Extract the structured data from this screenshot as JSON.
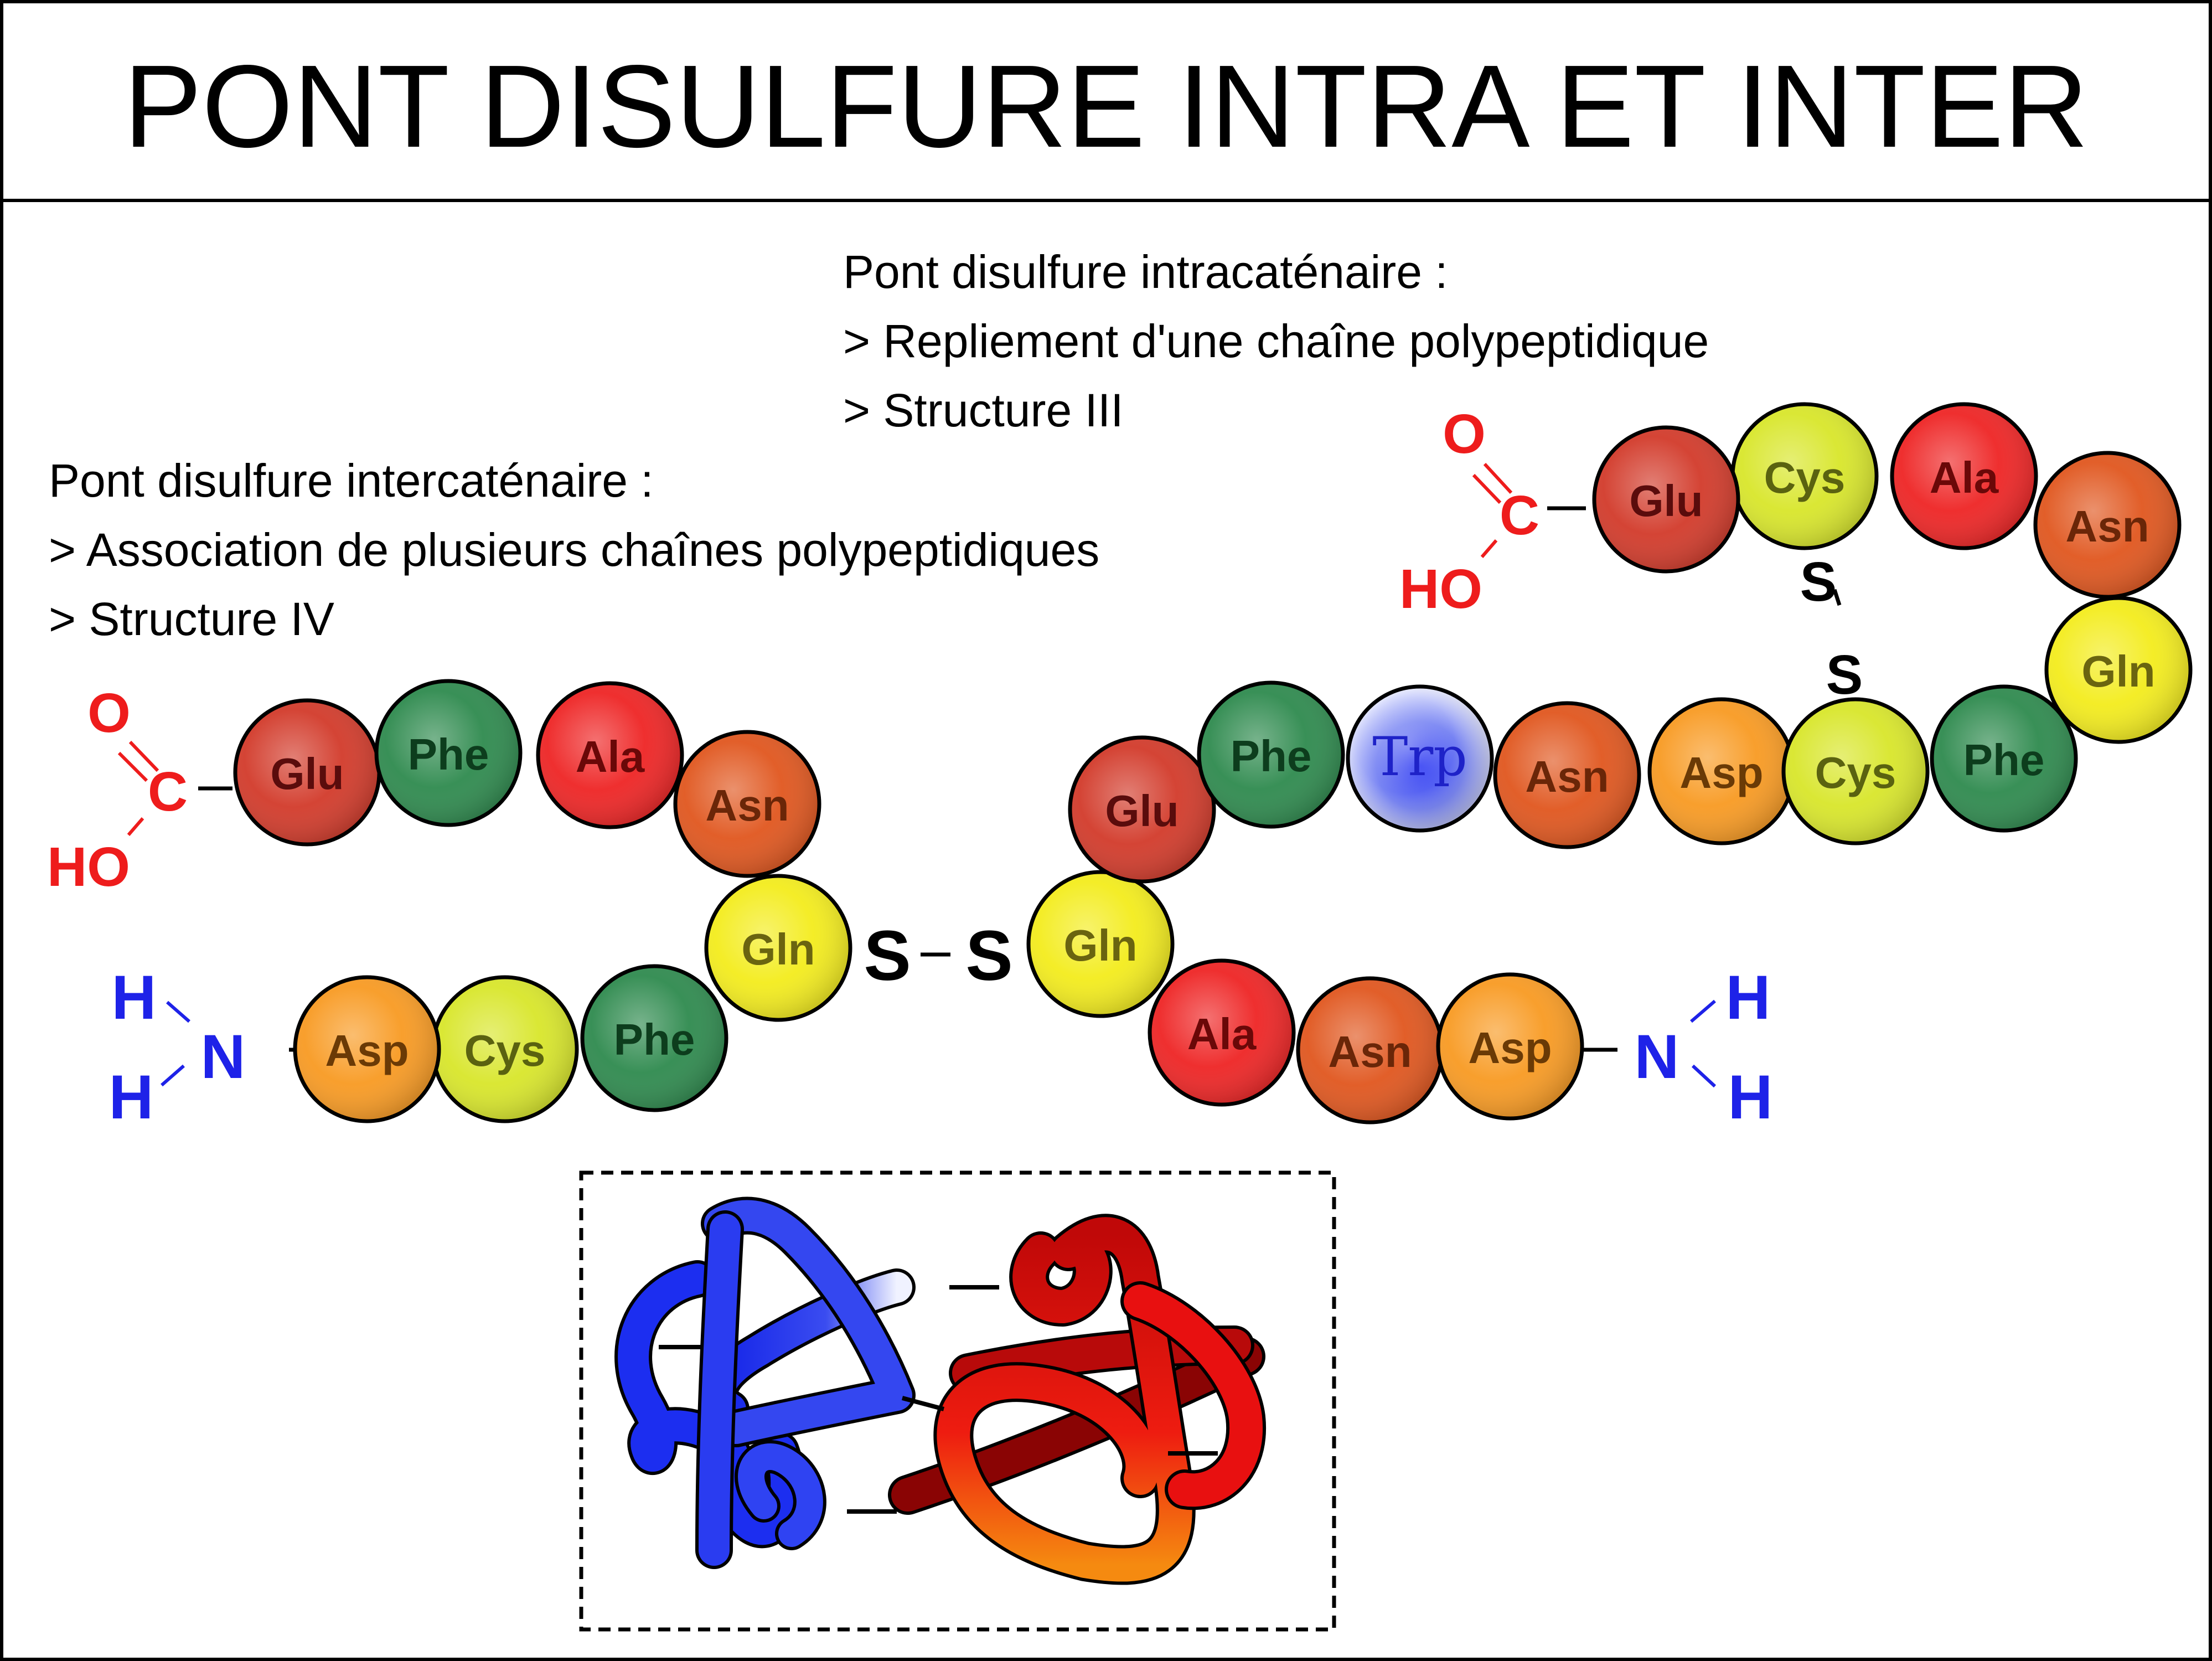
{
  "title": "PONT DISULFURE INTRA ET INTER",
  "intra_caption": {
    "heading": "Pont disulfure intracaténaire :",
    "line1": "> Repliement d'une chaîne polypeptidique",
    "line2": "> Structure III"
  },
  "inter_caption": {
    "heading": "Pont disulfure intercaténaire :",
    "line1": "> Association de plusieurs chaînes polypeptidiques",
    "line2": "> Structure IV"
  },
  "left_chain": {
    "top_row": [
      "Glu",
      "Phe",
      "Ala",
      "Asn"
    ],
    "turn": [
      "Gln"
    ],
    "bottom_row": [
      "Phe",
      "Cys",
      "Asp"
    ]
  },
  "right_chain": {
    "bottom_row": [
      "Gln",
      "Ala",
      "Asn",
      "Asp"
    ],
    "lower_arc": [
      "Glu"
    ],
    "middle_row": [
      "Phe",
      "Trp",
      "Asn",
      "Asp",
      "Cys",
      "Phe"
    ],
    "right_turn": [
      "Gln"
    ],
    "top_row": [
      "Asn",
      "Ala",
      "Cys",
      "Glu"
    ]
  },
  "bond_labels": {
    "inter_s1": "S",
    "inter_s2": "S",
    "intra_s1": "S",
    "intra_s2": "S"
  },
  "carboxyl_group": {
    "o": "O",
    "c": "C",
    "ho": "HO"
  },
  "amine_group": {
    "n": "N",
    "h": "H"
  },
  "colors": {
    "Glu": "#d23a2a",
    "Phe": "#2e8a4e",
    "Ala": "#ee2424",
    "Asn": "#e0561e",
    "Gln": "#f3ec1c",
    "Cys": "#d8e62a",
    "Asp": "#f89a22",
    "Trp": "#3b52f0",
    "Asn_dark": "#b81a1a",
    "carboxyl": "#ee1c1c",
    "amine": "#1e22e8",
    "protein_blue": "#1c2ef0",
    "protein_red": "#e81010"
  }
}
